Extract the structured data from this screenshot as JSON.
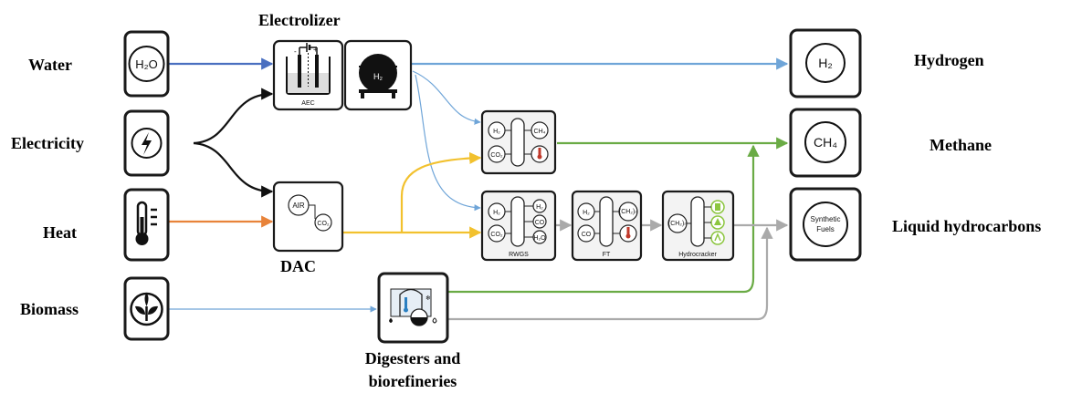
{
  "colors": {
    "water_flow": "#4a6fc0",
    "hydrogen_flow": "#6fa5d8",
    "electricity_flow": "#111111",
    "heat_flow": "#e8833a",
    "co2_flow": "#f2c12e",
    "methane_flow": "#6aab45",
    "liquid_flow": "#aaaaaa",
    "biomass_flow": "#6fa5d8",
    "green_icon": "#8cc63f"
  },
  "inputs": {
    "water": {
      "label": "Water",
      "icon": "water-molecule-icon",
      "text": "H₂O"
    },
    "electricity": {
      "label": "Electricity",
      "icon": "lightning-bolt-icon"
    },
    "heat": {
      "label": "Heat",
      "icon": "thermometer-icon"
    },
    "biomass": {
      "label": "Biomass",
      "icon": "leaf-sprout-icon"
    }
  },
  "outputs": {
    "hydrogen": {
      "label": "Hydrogen",
      "icon_text": "H₂"
    },
    "methane": {
      "label": "Methane",
      "icon_text": "CH₄"
    },
    "liquid": {
      "label": "Liquid hydrocarbons",
      "icon_text_1": "Synthetic",
      "icon_text_2": "Fuels"
    }
  },
  "electrolizer": {
    "title": "Electrolizer",
    "aec_caption": "AEC",
    "minus": "-",
    "plus": "+",
    "tank_text": "H₂"
  },
  "dac": {
    "title": "DAC",
    "air": "AIR",
    "co2": "CO₂"
  },
  "methanation": {
    "in1": "H₂",
    "in2": "CO₂",
    "out1": "CH₄"
  },
  "rwgs": {
    "caption": "RWGS",
    "in1": "H₂",
    "in2": "CO₂",
    "out1": "H₂",
    "out2": "CO",
    "out3": "H₂O"
  },
  "ft": {
    "caption": "FT",
    "in1": "H₂",
    "in2": "CO",
    "out1": "(CH₂)ₙ"
  },
  "hydrocracker": {
    "caption": "Hydrocracker",
    "in1": "(CH₂)ₙ"
  },
  "digesters": {
    "title_line1": "Digesters and",
    "title_line2": "biorefineries"
  }
}
